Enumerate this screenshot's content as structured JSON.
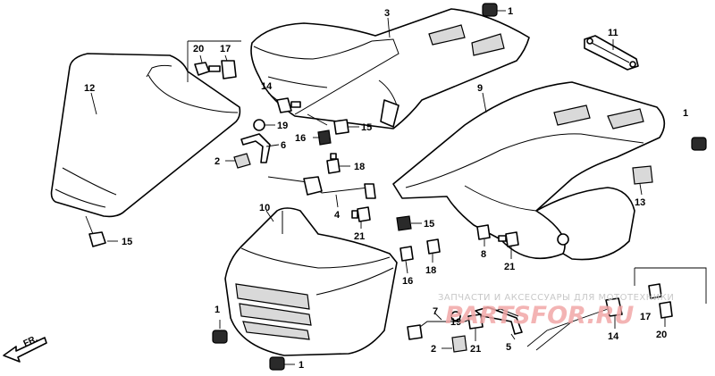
{
  "callouts": [
    "1",
    "3",
    "11",
    "20",
    "17",
    "12",
    "14",
    "19",
    "6",
    "16",
    "15",
    "2",
    "18",
    "9",
    "4",
    "21",
    "10",
    "15",
    "21",
    "8",
    "15",
    "16",
    "18",
    "13",
    "1",
    "7",
    "19",
    "21",
    "5",
    "2",
    "14",
    "17",
    "20",
    "1",
    "1"
  ],
  "watermark": {
    "line1": "ЗАПЧАСТИ И АКСЕССУАРЫ ДЛЯ МОТОТЕХНИКИ",
    "line2": "PARTSFOR.RU"
  },
  "direction": "FR."
}
